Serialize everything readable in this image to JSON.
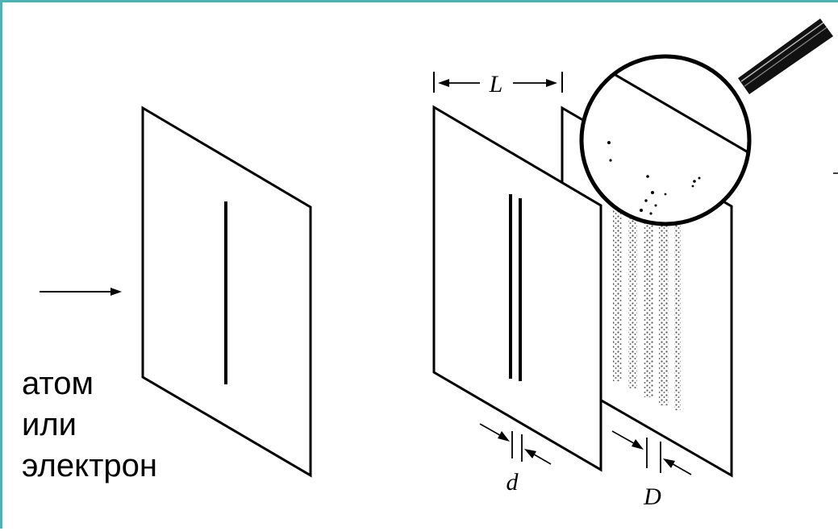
{
  "caption": {
    "line1": "атом",
    "line2": "или",
    "line3": "электрон"
  },
  "labels": {
    "L": "L",
    "d": "d",
    "D": "D"
  },
  "colors": {
    "frame": "#4fb3b3",
    "ink": "#000000",
    "pattern": "#7a7a7a"
  }
}
